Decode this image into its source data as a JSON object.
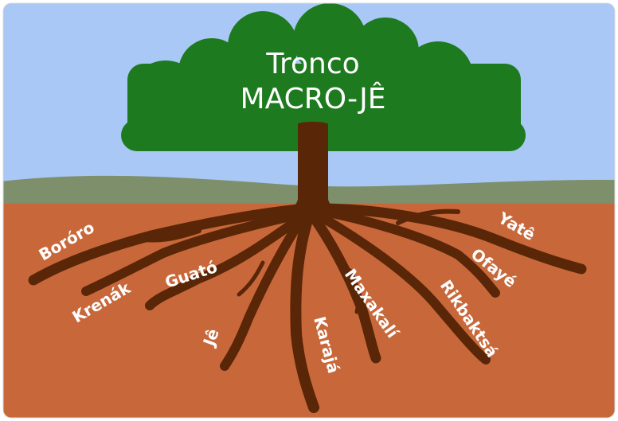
{
  "title": {
    "line1": "Tronco",
    "line2": "MACRO-JÊ"
  },
  "languages": [
    "Boróro",
    "Krenák",
    "Guató",
    "Jê",
    "Karajá",
    "Maxakalí",
    "Rikbaktsá",
    "Ofayé",
    "Yatê"
  ],
  "colors": {
    "sky": "#a9c8f5",
    "hill": "#7e8f6b",
    "soil": "#c8683a",
    "canopy": "#1e7a1e",
    "trunk": "#5a2608",
    "text": "#ffffff"
  }
}
